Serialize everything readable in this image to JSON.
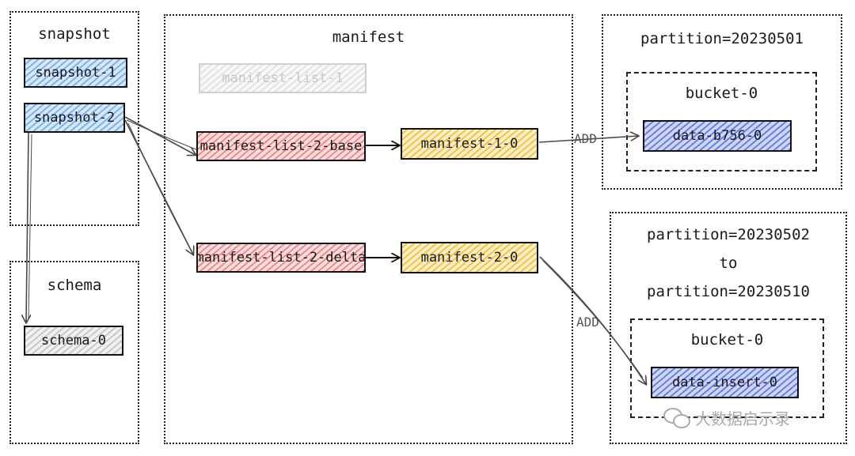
{
  "groups": {
    "snapshot": {
      "title": "snapshot"
    },
    "schema": {
      "title": "schema"
    },
    "manifest": {
      "title": "manifest"
    },
    "partition1": {
      "title": "partition=20230501",
      "bucket": "bucket-0"
    },
    "partition2": {
      "title_line1": "partition=20230502",
      "title_line2": "to",
      "title_line3": "partition=20230510",
      "bucket": "bucket-0"
    }
  },
  "nodes": {
    "snapshot_1": "snapshot-1",
    "snapshot_2": "snapshot-2",
    "schema_0": "schema-0",
    "manifest_list_1": "manifest-list-1",
    "manifest_list_2_base": "manifest-list-2-base",
    "manifest_list_2_delta": "manifest-list-2-delta",
    "manifest_1_0": "manifest-1-0",
    "manifest_2_0": "manifest-2-0",
    "data_b756_0": "data-b756-0",
    "data_insert_0": "data-insert-0"
  },
  "edge_labels": {
    "add_1": "ADD",
    "add_2": "ADD"
  },
  "watermark": "大数据启示录",
  "colors": {
    "snapshot": "#7fb2ea",
    "manifest_list": "#ef8a8a",
    "manifest": "#f2c24a",
    "data_file": "#6b7fe0",
    "schema": "#c9c9c9"
  }
}
